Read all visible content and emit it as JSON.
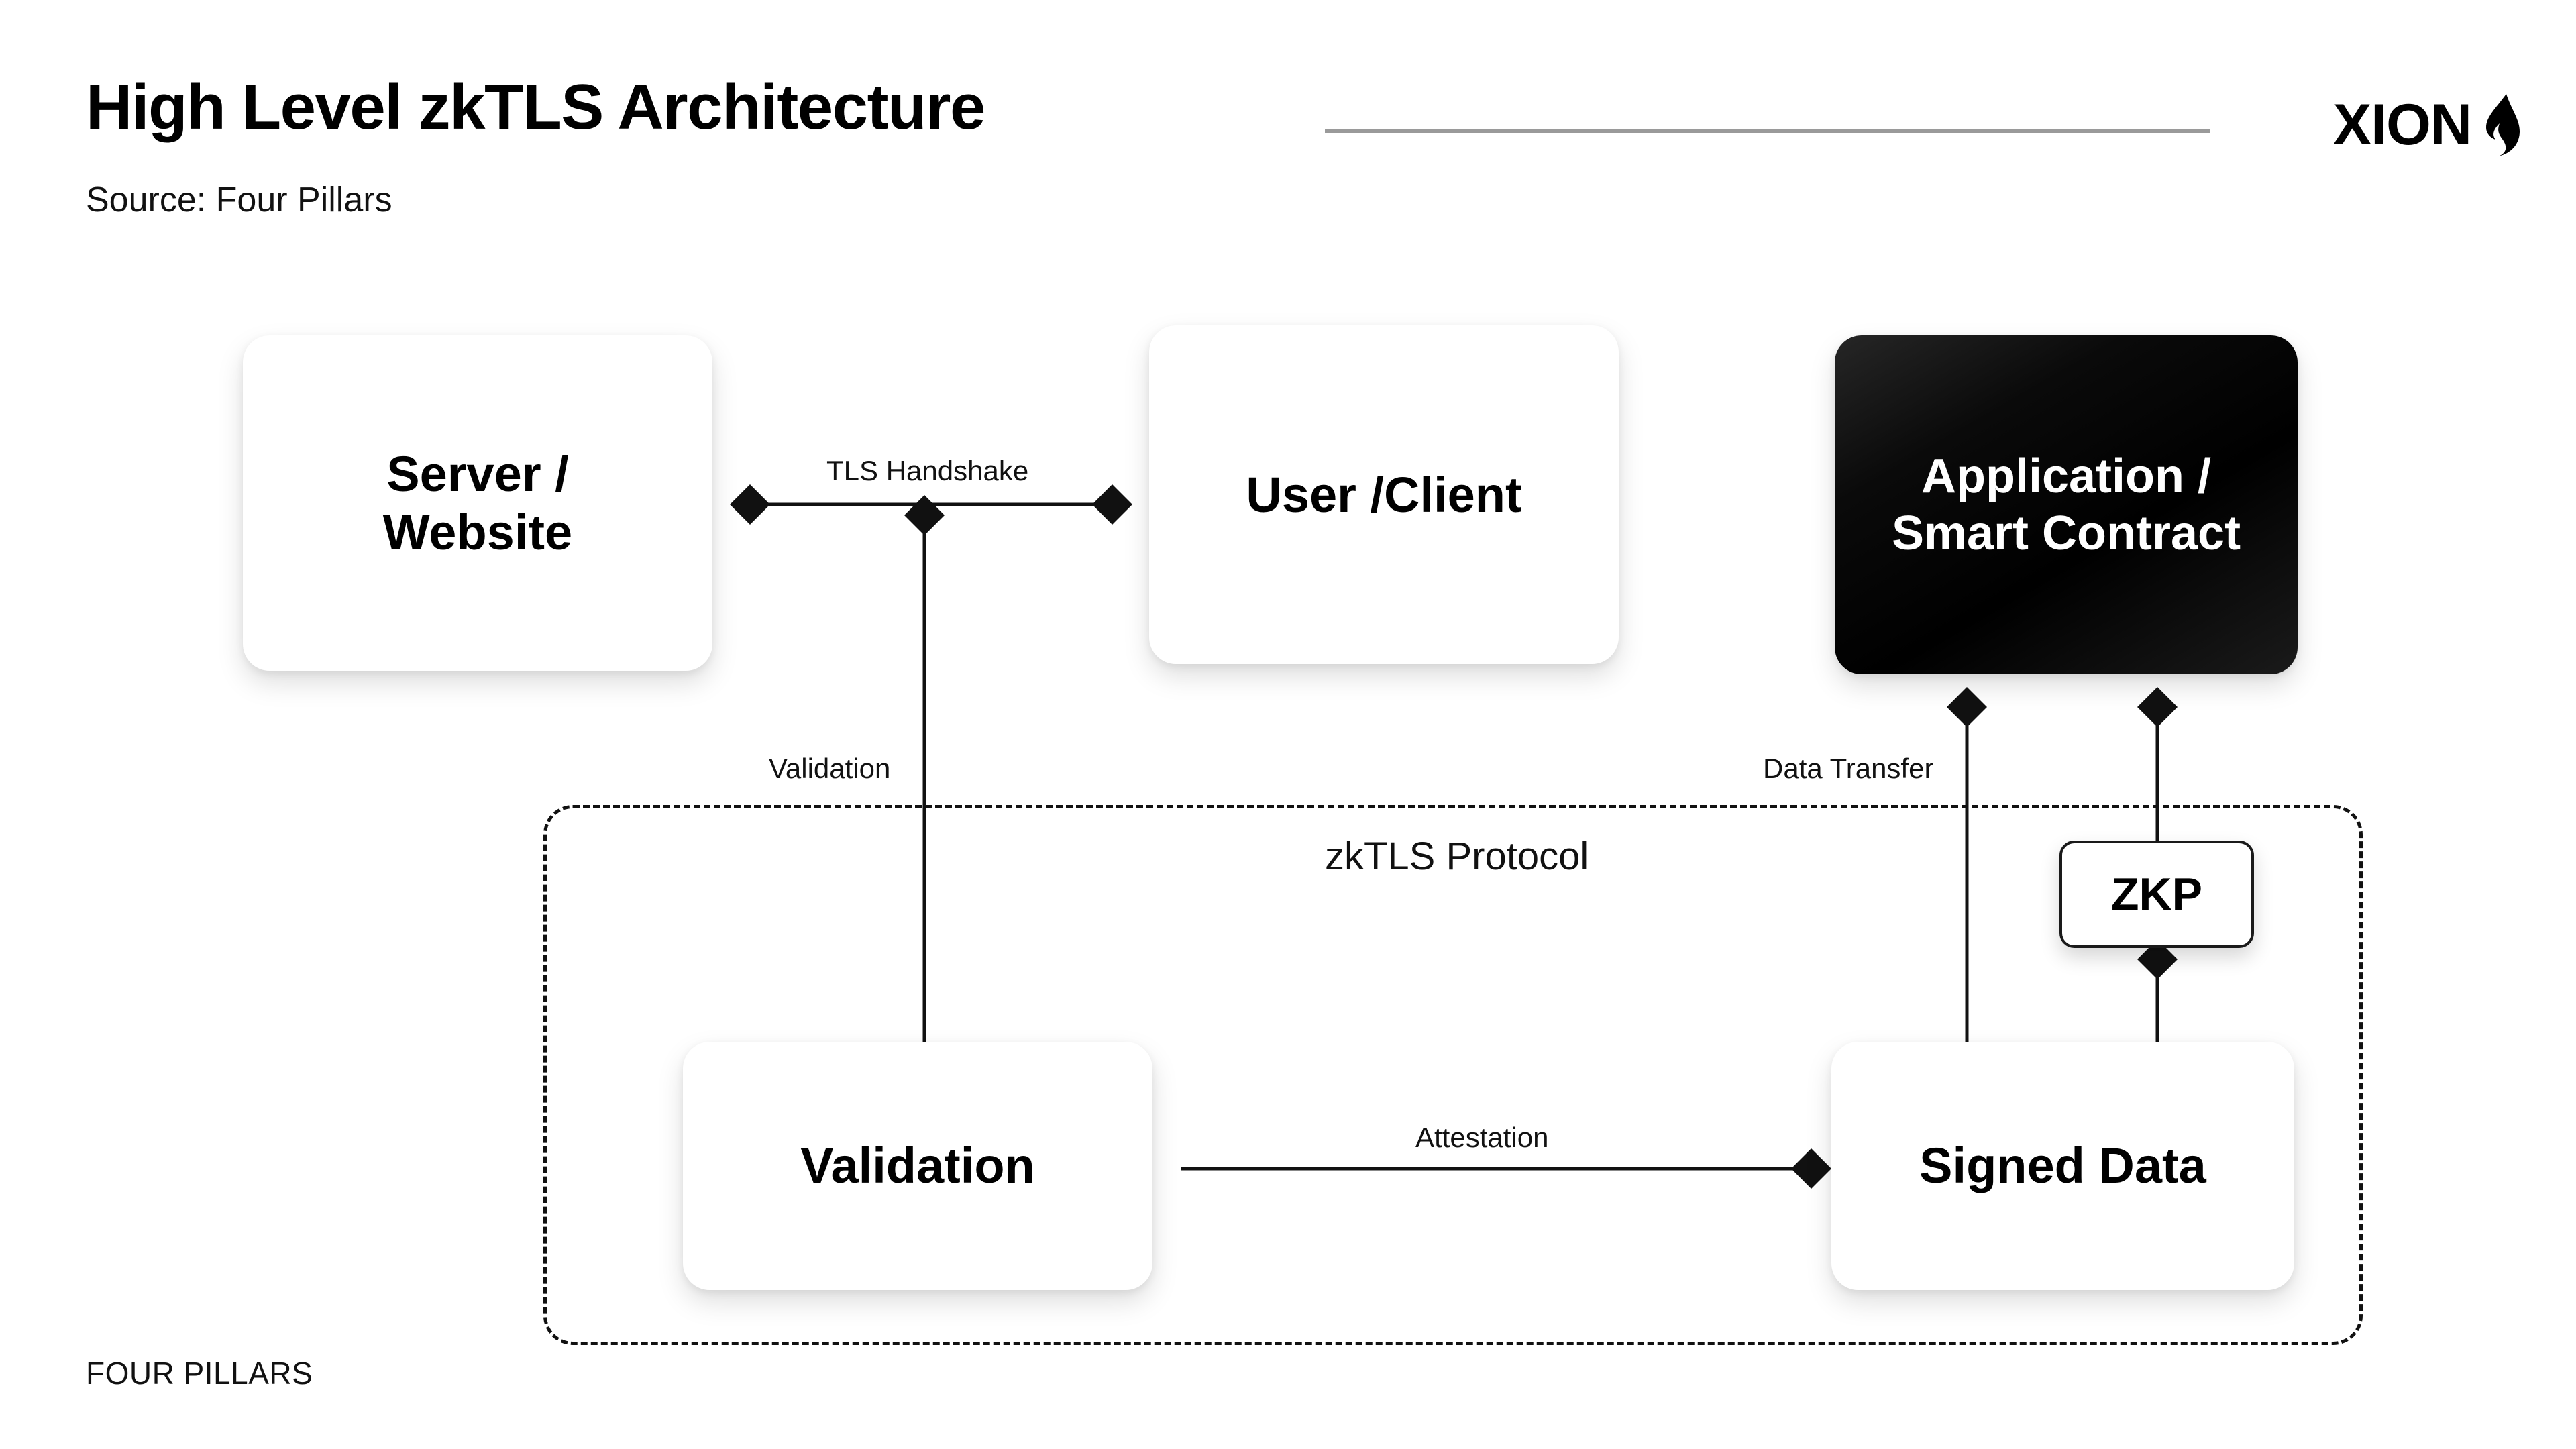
{
  "header": {
    "title": "High Level zkTLS Architecture",
    "subtitle": "Source: Four Pillars",
    "rule_color": "#9a9a9a"
  },
  "logo": {
    "wordmark": "XION",
    "mark": "flame-icon"
  },
  "footer": {
    "text": "FOUR PILLARS"
  },
  "diagram": {
    "container": {
      "label": "zkTLS Protocol",
      "style": "dashed",
      "border_color": "#111111"
    },
    "nodes": [
      {
        "id": "server",
        "label": "Server /\nWebsite",
        "line1": "Server /",
        "line2": "Website",
        "variant": "light"
      },
      {
        "id": "client",
        "label": "User /Client",
        "line1": "User /Client",
        "line2": "",
        "variant": "light"
      },
      {
        "id": "app",
        "label": "Application /\nSmart Contract",
        "line1": "Application /",
        "line2": "Smart Contract",
        "variant": "dark",
        "bg": "#000000",
        "fg": "#ffffff"
      },
      {
        "id": "validation",
        "label": "Validation",
        "line1": "Validation",
        "line2": "",
        "variant": "light"
      },
      {
        "id": "signed",
        "label": "Signed Data",
        "line1": "Signed Data",
        "line2": "",
        "variant": "light"
      },
      {
        "id": "zkp",
        "label": "ZKP",
        "line1": "ZKP",
        "line2": "",
        "variant": "outlined"
      }
    ],
    "edges": [
      {
        "id": "tls",
        "label": "TLS Handshake",
        "from": "server",
        "to": "client",
        "direction": "bidirectional"
      },
      {
        "id": "validation",
        "label": "Validation",
        "from": "validation",
        "to": "tls-midpoint",
        "direction": "up"
      },
      {
        "id": "transfer",
        "label": "Data Transfer",
        "from": "signed",
        "to": "app",
        "direction": "up"
      },
      {
        "id": "attestation",
        "label": "Attestation",
        "from": "validation",
        "to": "signed",
        "direction": "right"
      },
      {
        "id": "zkp-up",
        "label": "",
        "from": "signed",
        "to": "zkp",
        "direction": "up"
      },
      {
        "id": "zkp-app",
        "label": "",
        "from": "zkp",
        "to": "app",
        "direction": "up"
      }
    ],
    "colors": {
      "line": "#111111",
      "node_light_bg": "#ffffff",
      "node_dark_bg": "#000000",
      "page_bg": "#ffffff"
    }
  }
}
